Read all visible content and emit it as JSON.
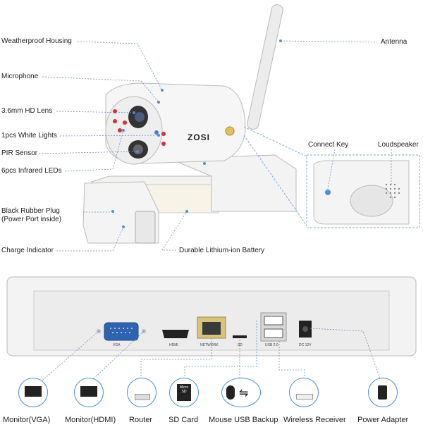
{
  "camera_labels": {
    "housing": "Weatherproof Housing",
    "antenna": "Antenna",
    "microphone": "Microphone",
    "lens": "3.6mm HD Lens",
    "white_lights": "1pcs White Lights",
    "pir": "PIR Sensor",
    "ir_leds": "6pcs Infrared LEDs",
    "rubber_plug_line1": "Black Rubber Plug",
    "rubber_plug_line2": "(Power Port inside)",
    "charge_indicator": "Charge Indicator",
    "battery": "Durable Lithium-ion Battery",
    "connect_key": "Connect Key",
    "loudspeaker": "Loudspeaker",
    "brand": "ZOSI"
  },
  "nvr_ports": {
    "vga": "VGA",
    "hdmi": "HDMI",
    "network": "NETWORK",
    "sd": "SD",
    "usb": "USB 2.0",
    "dc": "DC 12V"
  },
  "devices": [
    {
      "label": "Monitor(VGA)"
    },
    {
      "label": "Monitor(HDMI)"
    },
    {
      "label": "Router"
    },
    {
      "label": "SD Card"
    },
    {
      "label": "Mouse USB Backup"
    },
    {
      "label": "Wireless Receiver"
    },
    {
      "label": "Power Adapter"
    }
  ],
  "sd_card_text": "Micro SD",
  "colors": {
    "accent": "#4a90d9",
    "line": "#7fa8d6"
  }
}
